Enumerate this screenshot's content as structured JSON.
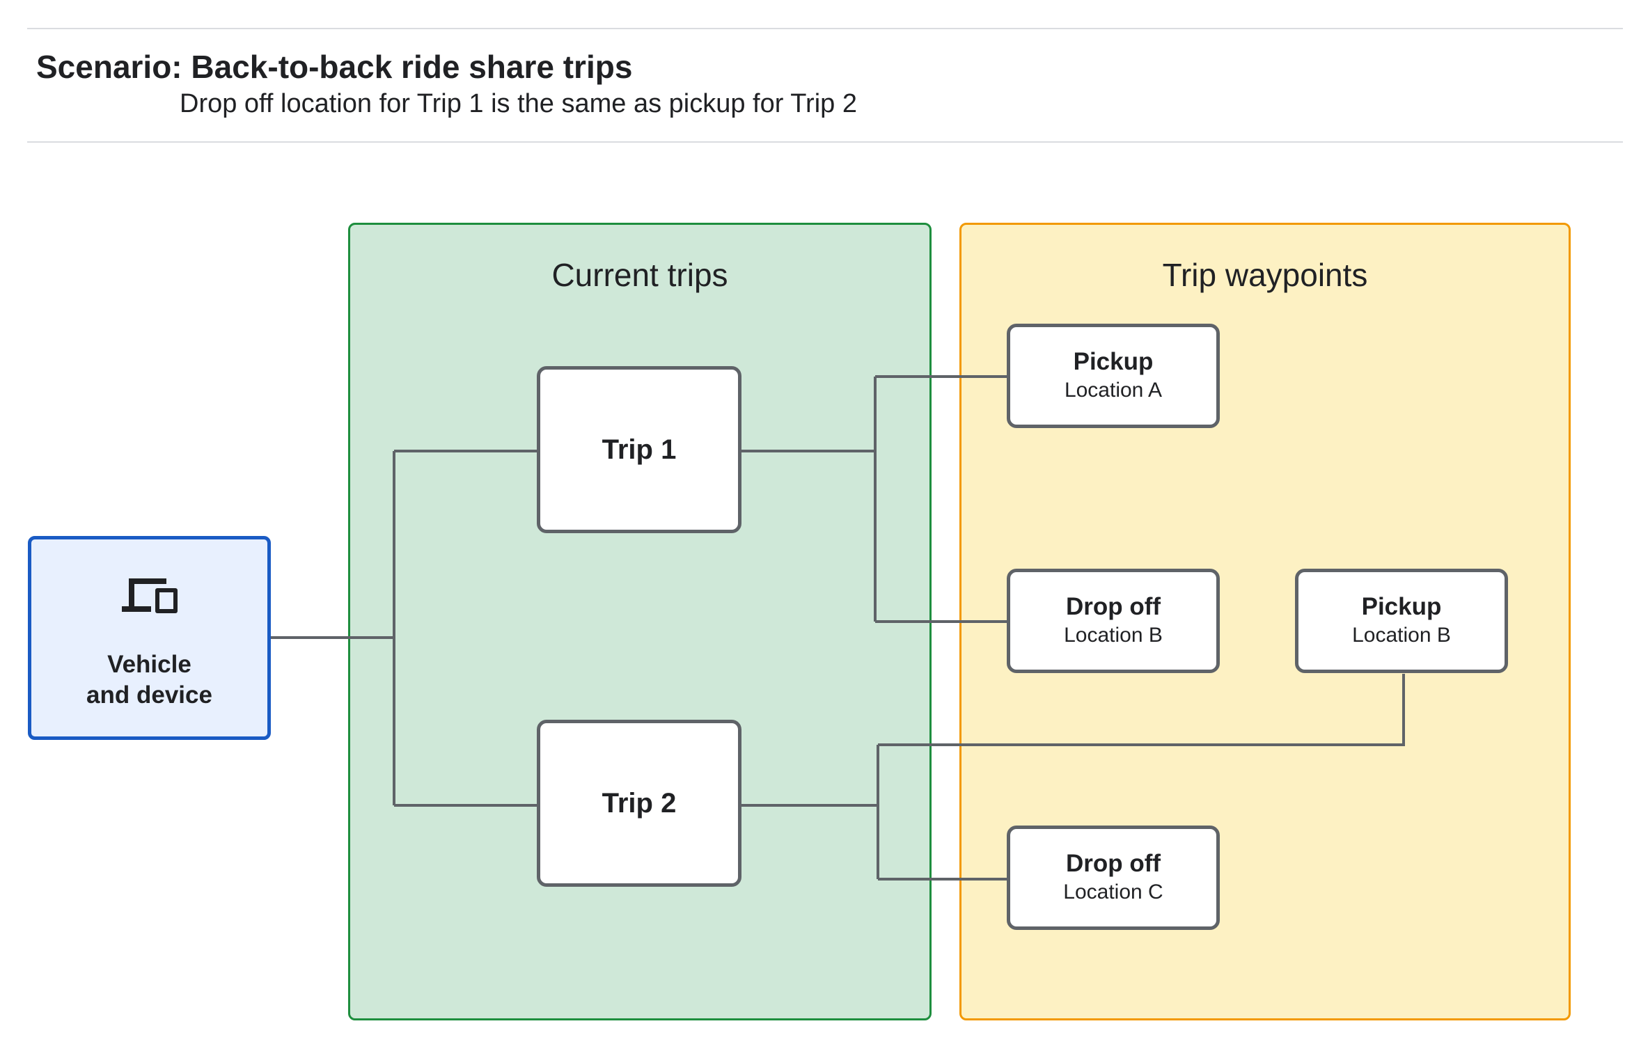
{
  "header": {
    "title": "Scenario: Back-to-back ride share trips",
    "subtitle": "Drop off  location for Trip 1 is the same as pickup for Trip 2"
  },
  "vehicle": {
    "label": "Vehicle\nand device",
    "icon": "devices-icon"
  },
  "groups": {
    "current_trips": {
      "title": "Current trips",
      "color": "#1e8e3e",
      "fill": "#cfe8d8"
    },
    "trip_waypoints": {
      "title": "Trip waypoints",
      "color": "#f29900",
      "fill": "#fdf1c3"
    }
  },
  "trips": [
    {
      "label": "Trip 1"
    },
    {
      "label": "Trip 2"
    }
  ],
  "waypoints": [
    {
      "title": "Pickup",
      "location": "Location A"
    },
    {
      "title": "Drop off",
      "location": "Location B"
    },
    {
      "title": "Pickup",
      "location": "Location B"
    },
    {
      "title": "Drop off",
      "location": "Location C"
    }
  ],
  "colors": {
    "vehicle_border": "#1a5bc4",
    "vehicle_fill": "#e8f0fe",
    "node_border": "#5f6368",
    "connector": "#5f6368"
  }
}
